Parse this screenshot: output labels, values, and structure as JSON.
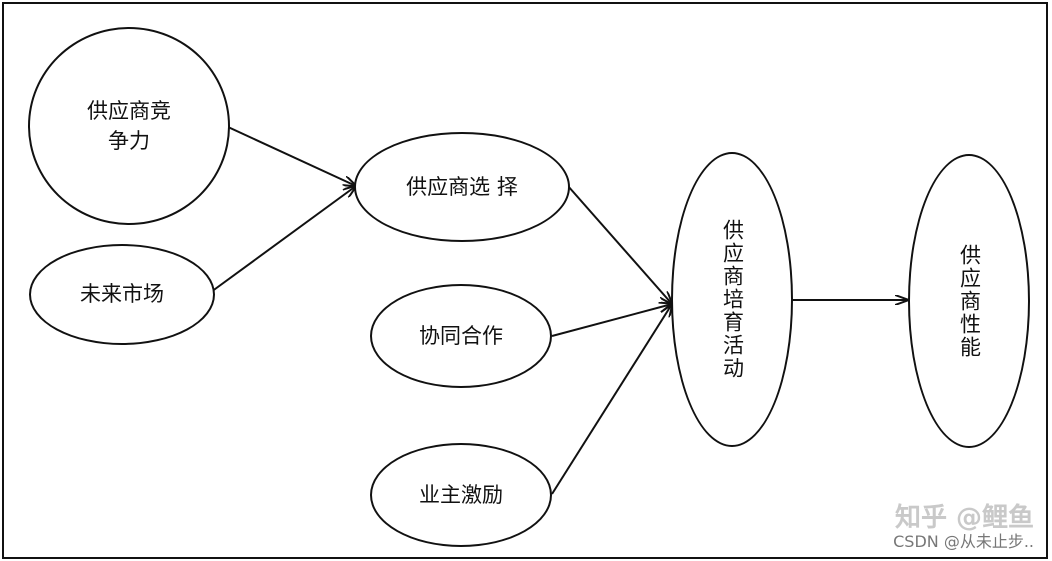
{
  "nodes": {
    "competitiveness": "供应商竞\n争力",
    "future_market": "未来市场",
    "selection": "供应商选 择",
    "collaboration": "协同合作",
    "owner_incentive": "业主激励",
    "development": "供应商培育活动",
    "performance": "供应商性能"
  },
  "watermark": {
    "zhihu": "知乎 @鲤鱼",
    "csdn": "CSDN @从未止步.."
  },
  "colors": {
    "stroke": "#111111",
    "background": "#ffffff"
  }
}
